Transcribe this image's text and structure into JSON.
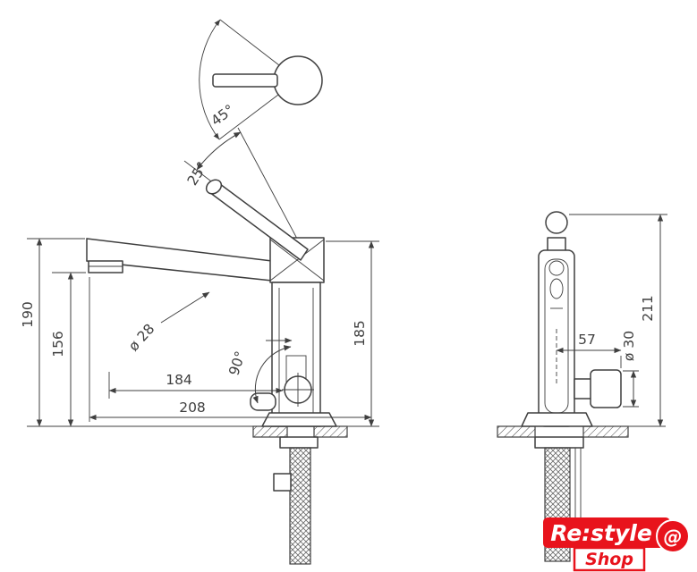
{
  "labels": {
    "swivel": "45°",
    "handle_tilt": "25°",
    "height_total": "190",
    "height_spout": "156",
    "diam_spout": "ø 28",
    "rotation": "90°",
    "reach_inner": "184",
    "reach_outer": "208",
    "height_body": "185",
    "height_rear": "211",
    "offset_side": "57",
    "diam_rear": "ø 30"
  },
  "logo": {
    "line1": "Re:style",
    "line2": "Shop",
    "at_symbol": "@"
  },
  "colors": {
    "line": "#3f3f3f",
    "logo_red": "#e8131c",
    "logo_white": "#ffffff"
  }
}
